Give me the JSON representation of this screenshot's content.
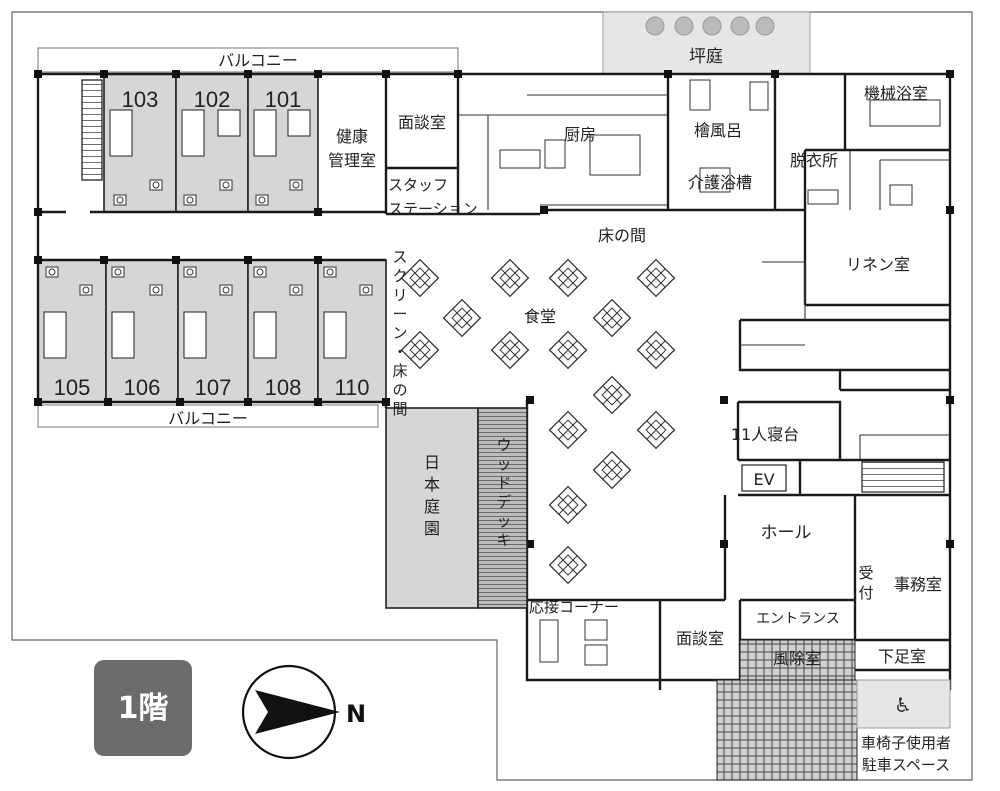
{
  "floor_label": "1階",
  "north_label": "N",
  "labels": {
    "tsuboniwa": "坪庭",
    "balcony_top": "バルコニー",
    "balcony_bottom": "バルコニー",
    "kenko": "健康\n管理室",
    "mendan_top": "面談室",
    "chubo": "厨房",
    "hinoki": "檜風呂",
    "kaigo": "介護浴槽",
    "kikai": "機械浴室",
    "datsui": "脱衣所",
    "staff": "スタッフ\nステーション",
    "tokonoma_top": "床の間",
    "linen": "リネン室",
    "shokudo": "食堂",
    "screen": "スクリーン・床の間",
    "nihon_teien": "日本庭園",
    "wood_deck": "ウッドデッキ",
    "shinshitsu": "11人寝台",
    "ev": "EV",
    "hall": "ホール",
    "uketsuke": "受付",
    "jimu": "事務室",
    "entrance": "エントランス",
    "fujo": "風除室",
    "gesoku": "下足室",
    "mendan_bottom": "面談室",
    "osetsu": "応接コーナー",
    "parking": "車椅子使用者\n駐車スペース"
  },
  "rooms_top": [
    "103",
    "102",
    "101"
  ],
  "rooms_bottom": [
    "105",
    "106",
    "107",
    "108",
    "110"
  ]
}
